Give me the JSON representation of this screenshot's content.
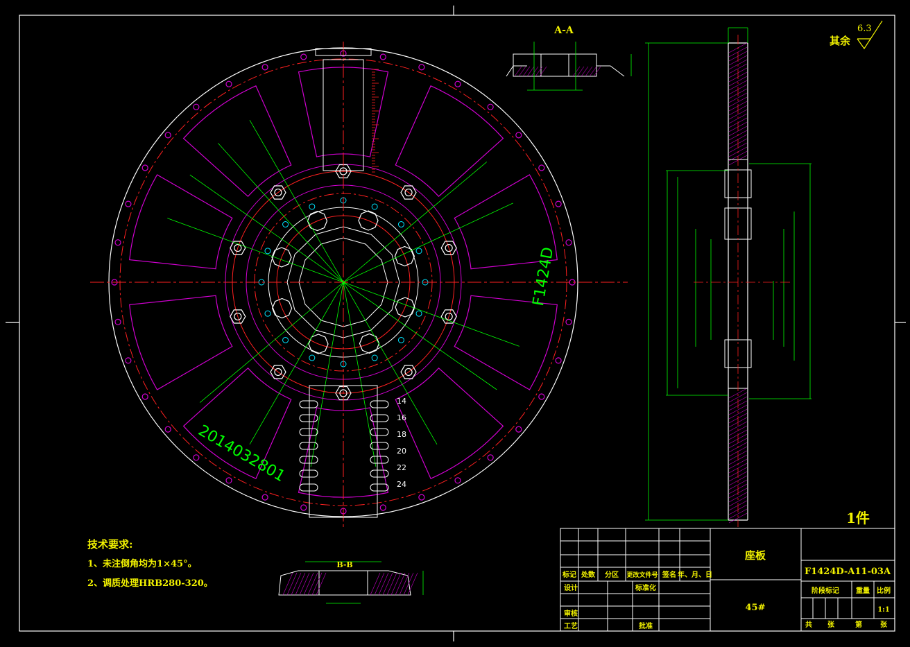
{
  "drawing": {
    "part_code_on_face": "F1424D",
    "stamp_number": "2014032801",
    "section_aa": "A-A",
    "section_bb": "B-B",
    "surface_finish_value": "6.3",
    "remaining_surfaces": "其余",
    "quantity": "1件",
    "slot_scale_right": [
      "14",
      "16",
      "18",
      "20",
      "22",
      "24"
    ]
  },
  "tech_requirements": {
    "title": "技术要求:",
    "items": [
      "1、未注倒角均为1×45°。",
      "2、调质处理HRB280-320。"
    ]
  },
  "title_block": {
    "part_name": "座板",
    "drawing_number": "F1424D-A11-03A",
    "material": "45#",
    "row_headers": [
      "标记",
      "处数",
      "分区",
      "更改文件号",
      "签名",
      "年、月、日"
    ],
    "design": "设计",
    "standardization": "标准化",
    "review": "审核",
    "process": "工艺",
    "approve": "批准",
    "stage_mark": "阶段标记",
    "weight": "重量",
    "scale_label": "比例",
    "scale": "1:1",
    "sheet_total": "共",
    "sheet_unit": "张",
    "sheet_no": "第",
    "sheet_unit2": "张"
  },
  "colors": {
    "background": "#000000",
    "frame": "#ffffff",
    "outline": "#ffffff",
    "centerline": "#ff2020",
    "hidden": "#d000d0",
    "dimension": "#00ff00",
    "text": "#f2f200",
    "cyan": "#00e5ff"
  }
}
